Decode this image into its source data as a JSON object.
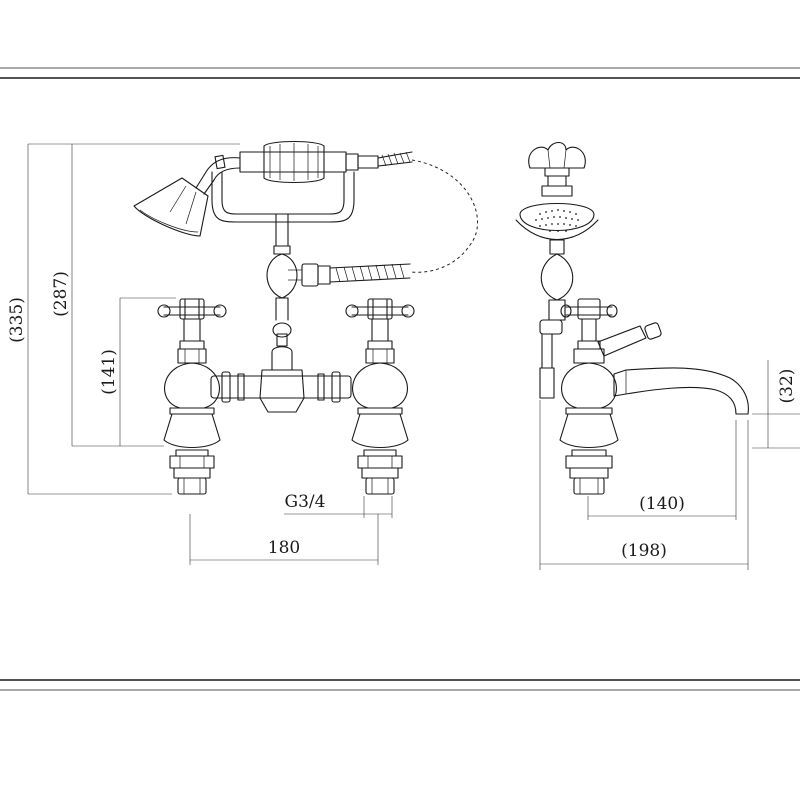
{
  "dimensions": {
    "overall_height": "(335)",
    "handset_height": "(287)",
    "valve_height": "(141)",
    "thread": "G3/4",
    "centres": "180",
    "spout_height": "(32)",
    "spout_reach": "(140)",
    "overall_depth": "(198)"
  },
  "colors": {
    "line": "#1a1a1a",
    "background": "#ffffff"
  }
}
